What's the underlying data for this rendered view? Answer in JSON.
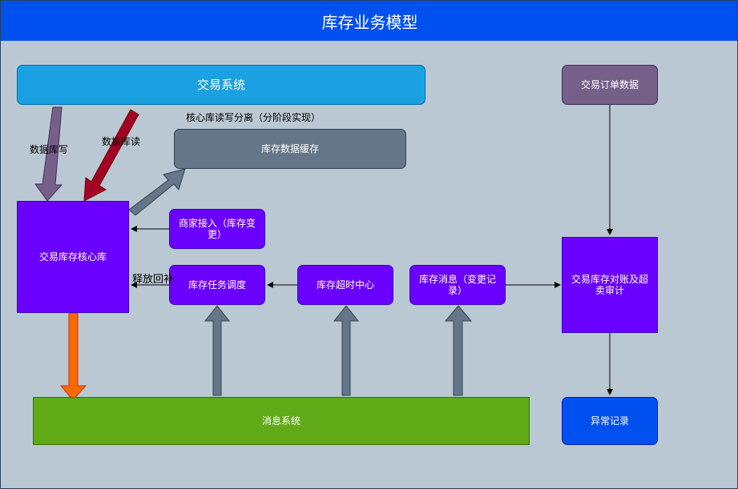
{
  "title": "库存业务模型",
  "nodes": {
    "trade_system": "交易系统",
    "trade_orders": "交易订单数据",
    "cache": "库存数据缓存",
    "core_db": "交易库存核心库",
    "merchant_access": "商家接入（库存变更）",
    "task_dispatch": "库存任务调度",
    "timeout_center": "库存超时中心",
    "stock_message": "库存消息（变更记录）",
    "reconcile": "交易库存对账及超卖审计",
    "message_system": "消息系统",
    "exception_log": "异常记录"
  },
  "labels": {
    "rw_split": "核心库读写分离（分阶段实现）",
    "db_write": "数据库写",
    "db_read": "数据库读",
    "release": "释放回补"
  },
  "colors": {
    "header": "#0050ef",
    "background": "#bac8d3",
    "trade_system": "#1ba1e2",
    "trade_orders": "#76608a",
    "cache": "#647687",
    "purple": "#6a00ff",
    "message_system": "#60a917",
    "exception_log": "#0050ef",
    "arrow_write": "#76608a",
    "arrow_read": "#a20025",
    "arrow_orange": "#fa6800",
    "arrow_gray": "#647687"
  }
}
